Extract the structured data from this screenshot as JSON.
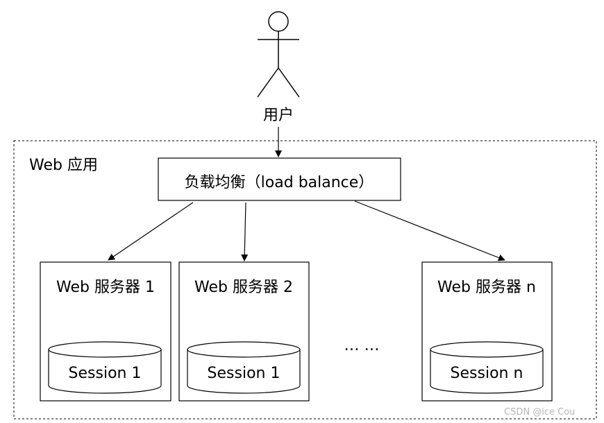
{
  "user": {
    "label": "用户"
  },
  "container": {
    "label": "Web 应用"
  },
  "load_balancer": {
    "label": "负载均衡（load balance）"
  },
  "servers": [
    {
      "title": "Web 服务器 1",
      "session": "Session 1"
    },
    {
      "title": "Web 服务器 2",
      "session": "Session 1"
    },
    {
      "title": "Web 服务器 n",
      "session": "Session n"
    }
  ],
  "ellipsis": "…  …",
  "watermark": "CSDN @ice     Cou"
}
